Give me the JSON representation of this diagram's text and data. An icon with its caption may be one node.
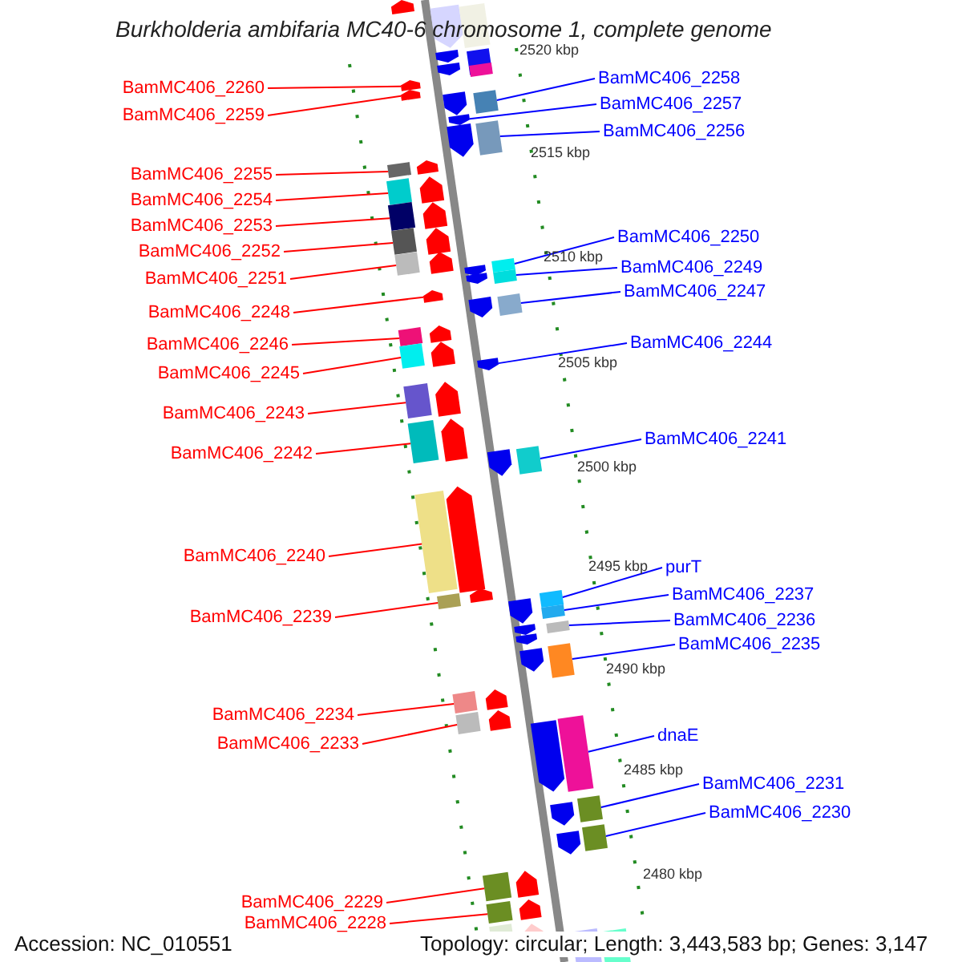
{
  "diagram": {
    "title": "Burkholderia ambifaria MC40-6 chromosome 1, complete genome",
    "nodes": [
      {
        "text": [
          "BamMC406_2260"
        ]
      },
      {
        "text": [
          "BamMC406_2259"
        ]
      },
      {
        "text": [
          "BamMC406_2255"
        ]
      },
      {
        "text": [
          "BamMC406_2254"
        ]
      },
      {
        "text": [
          "BamMC406_2253"
        ]
      },
      {
        "text": [
          "BamMC406_2252"
        ]
      },
      {
        "text": [
          "BamMC406_2251"
        ]
      },
      {
        "text": [
          "BamMC406_2248"
        ]
      },
      {
        "text": [
          "BamMC406_2246"
        ]
      },
      {
        "text": [
          "BamMC406_2245"
        ]
      },
      {
        "text": [
          "BamMC406_2243"
        ]
      },
      {
        "text": [
          "BamMC406_2242"
        ]
      },
      {
        "text": [
          "BamMC406_2240"
        ]
      },
      {
        "text": [
          "BamMC406_2239"
        ]
      },
      {
        "text": [
          "BamMC406_2234"
        ]
      },
      {
        "text": [
          "BamMC406_2233"
        ]
      },
      {
        "text": [
          "BamMC406_2229"
        ]
      },
      {
        "text": [
          "BamMC406_2228"
        ]
      },
      {
        "text": [
          "BamMC406_2258"
        ]
      },
      {
        "text": [
          "BamMC406_2257"
        ]
      },
      {
        "text": [
          "BamMC406_2256"
        ]
      },
      {
        "text": [
          "BamMC406_2250"
        ]
      },
      {
        "text": [
          "BamMC406_2249"
        ]
      },
      {
        "text": [
          "BamMC406_2247"
        ]
      },
      {
        "text": [
          "BamMC406_2244"
        ]
      },
      {
        "text": [
          "BamMC406_2241"
        ]
      },
      {
        "text": [
          "purT"
        ]
      },
      {
        "text": [
          "BamMC406_2237"
        ]
      },
      {
        "text": [
          "BamMC406_2236"
        ]
      },
      {
        "text": [
          "BamMC406_2235"
        ]
      },
      {
        "text": [
          "dnaE"
        ]
      },
      {
        "text": [
          "BamMC406_2231"
        ]
      },
      {
        "text": [
          "BamMC406_2230"
        ]
      },
      {
        "text": [],
        "shape": "pentagon"
      },
      {
        "text": [],
        "shape": "pentagon"
      },
      {
        "text": [],
        "shape": "box"
      },
      {
        "text": [],
        "shape": "box"
      },
      {
        "text": [],
        "shape": "box"
      },
      {
        "text": [],
        "shape": "box"
      },
      {
        "text": [],
        "shape": "box"
      },
      {
        "text": [],
        "shape": "pentagon"
      },
      {
        "text": [],
        "shape": "box"
      },
      {
        "text": [],
        "shape": "box"
      },
      {
        "text": [],
        "shape": "box"
      },
      {
        "text": [],
        "shape": "box"
      },
      {
        "text": [],
        "shape": "box"
      },
      {
        "text": [],
        "shape": "box"
      },
      {
        "text": [],
        "shape": "box"
      },
      {
        "text": [],
        "shape": "box"
      },
      {
        "text": [],
        "shape": "box"
      },
      {
        "text": [],
        "shape": "box"
      },
      {
        "text": [],
        "shape": "box"
      },
      {
        "text": [],
        "shape": "pentagon"
      },
      {
        "text": [],
        "shape": "box"
      },
      {
        "text": [],
        "shape": "box"
      },
      {
        "text": [],
        "shape": "box"
      },
      {
        "text": [],
        "shape": "box"
      },
      {
        "text": [],
        "shape": "pentagon"
      },
      {
        "text": [],
        "shape": "box"
      },
      {
        "text": [],
        "shape": "box"
      },
      {
        "text": [],
        "shape": "box"
      },
      {
        "text": [],
        "shape": "box"
      },
      {
        "text": [],
        "shape": "box"
      },
      {
        "text": [],
        "shape": "box"
      },
      {
        "text": [],
        "shape": "box"
      },
      {
        "text": [],
        "shape": "box"
      }
    ],
    "edges": [
      {
        "from": 0,
        "to": 33,
        "arrow": "none"
      },
      {
        "from": 1,
        "to": 34,
        "arrow": "none"
      },
      {
        "from": 2,
        "to": 35,
        "arrow": "none"
      },
      {
        "from": 3,
        "to": 36,
        "arrow": "none"
      },
      {
        "from": 4,
        "to": 37,
        "arrow": "none"
      },
      {
        "from": 5,
        "to": 38,
        "arrow": "none"
      },
      {
        "from": 6,
        "to": 39,
        "arrow": "none"
      },
      {
        "from": 7,
        "to": 40,
        "arrow": "none"
      },
      {
        "from": 8,
        "to": 41,
        "arrow": "none"
      },
      {
        "from": 9,
        "to": 42,
        "arrow": "none"
      },
      {
        "from": 10,
        "to": 43,
        "arrow": "none"
      },
      {
        "from": 11,
        "to": 44,
        "arrow": "none"
      },
      {
        "from": 12,
        "to": 45,
        "arrow": "none"
      },
      {
        "from": 13,
        "to": 46,
        "arrow": "none"
      },
      {
        "from": 14,
        "to": 47,
        "arrow": "none"
      },
      {
        "from": 15,
        "to": 48,
        "arrow": "none"
      },
      {
        "from": 16,
        "to": 49,
        "arrow": "none"
      },
      {
        "from": 17,
        "to": 50,
        "arrow": "none"
      },
      {
        "from": 18,
        "to": 51,
        "arrow": "none",
        "color": "#0000ff"
      },
      {
        "from": 19,
        "to": 52,
        "arrow": "none",
        "color": "#0000ff"
      },
      {
        "from": 20,
        "to": 53,
        "arrow": "none",
        "color": "#0000ff"
      },
      {
        "from": 21,
        "to": 54,
        "arrow": "none",
        "color": "#0000ff"
      },
      {
        "from": 22,
        "to": 55,
        "arrow": "none",
        "color": "#0000ff"
      },
      {
        "from": 23,
        "to": 56,
        "arrow": "none",
        "color": "#0000ff"
      },
      {
        "from": 24,
        "to": 57,
        "arrow": "none",
        "color": "#0000ff"
      },
      {
        "from": 25,
        "to": 58,
        "arrow": "none",
        "color": "#0000ff"
      },
      {
        "from": 26,
        "to": 59,
        "arrow": "none",
        "color": "#0000ff"
      },
      {
        "from": 27,
        "to": 60,
        "arrow": "none",
        "color": "#0000ff"
      },
      {
        "from": 28,
        "to": 61,
        "arrow": "none",
        "color": "#0000ff"
      },
      {
        "from": 29,
        "to": 62,
        "arrow": "none",
        "color": "#0000ff"
      },
      {
        "from": 30,
        "to": 63,
        "arrow": "none",
        "color": "#0000ff"
      },
      {
        "from": 31,
        "to": 64,
        "arrow": "none",
        "color": "#0000ff"
      },
      {
        "from": 32,
        "to": 65,
        "arrow": "none",
        "color": "#0000ff"
      }
    ],
    "labels": [
      "2520 kbp",
      "2515 kbp",
      "2510 kbp",
      "2505 kbp",
      "2500 kbp",
      "2495 kbp",
      "2490 kbp",
      "2485 kbp",
      "2480 kbp",
      "Accession: NC_010551",
      "Topology: circular; Length: 3,443,583 bp; Genes: 3,147"
    ]
  }
}
